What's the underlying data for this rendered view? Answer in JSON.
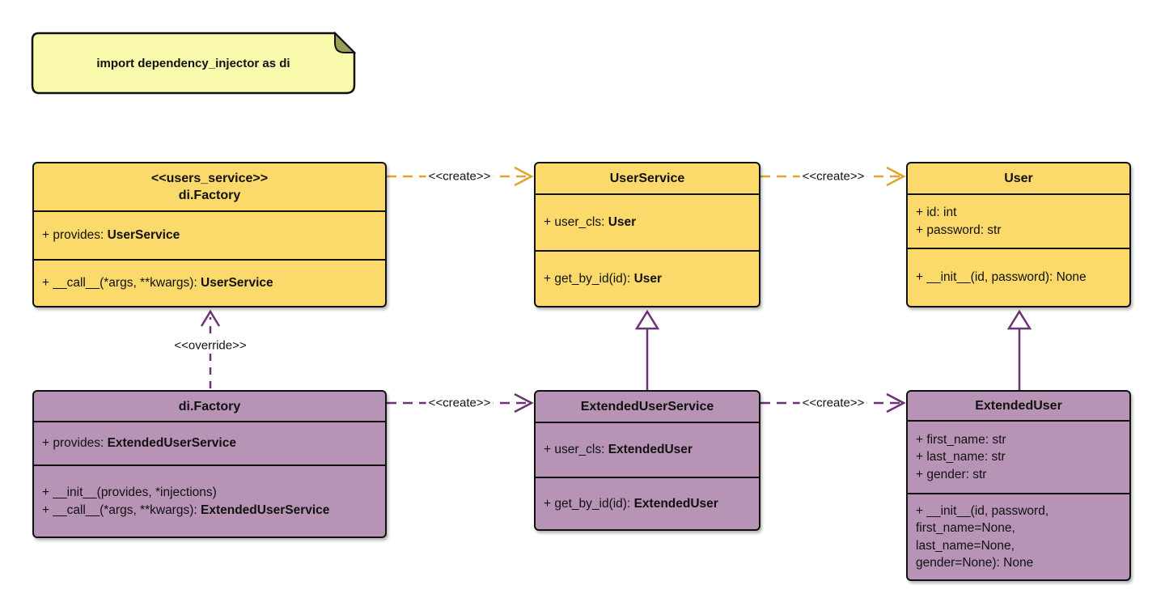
{
  "note": {
    "text": "import dependency_injector as di"
  },
  "colors": {
    "yellow_fill": "#FBD96B",
    "purple_fill": "#B793B5",
    "note_fill": "#FAFAAD",
    "note_fold": "#9B9B59",
    "gold_line": "#E0A431",
    "purple_line": "#6B3274",
    "border": "#111111",
    "background": "#FFFFFF"
  },
  "classes": [
    {
      "stereotype": "<<users_service>>",
      "name": "di.Factory",
      "attributes": [
        [
          {
            "text": "+ provides: "
          },
          {
            "text": "UserService",
            "bold": true
          }
        ]
      ],
      "methods": [
        [
          {
            "text": "+ __call__(*args, **kwargs): "
          },
          {
            "text": "UserService",
            "bold": true
          }
        ]
      ]
    },
    {
      "stereotype": "",
      "name": "UserService",
      "attributes": [
        [
          {
            "text": "+ user_cls: "
          },
          {
            "text": "User",
            "bold": true
          }
        ]
      ],
      "methods": [
        [
          {
            "text": "+ get_by_id(id): "
          },
          {
            "text": "User",
            "bold": true
          }
        ]
      ]
    },
    {
      "stereotype": "",
      "name": "User",
      "attributes": [
        [
          {
            "text": "+ id: int"
          }
        ],
        [
          {
            "text": "+ password: str"
          }
        ]
      ],
      "methods": [
        [
          {
            "text": "+ __init__(id, password): None"
          }
        ]
      ]
    },
    {
      "stereotype": "",
      "name": "di.Factory",
      "attributes": [
        [
          {
            "text": "+ provides: "
          },
          {
            "text": "ExtendedUserService",
            "bold": true
          }
        ]
      ],
      "methods": [
        [
          {
            "text": "+ __init__(provides, *injections)"
          }
        ],
        [
          {
            "text": "+ __call__(*args, **kwargs): "
          },
          {
            "text": "ExtendedUserService",
            "bold": true
          }
        ]
      ]
    },
    {
      "stereotype": "",
      "name": "ExtendedUserService",
      "attributes": [
        [
          {
            "text": "+ user_cls: "
          },
          {
            "text": "ExtendedUser",
            "bold": true
          }
        ]
      ],
      "methods": [
        [
          {
            "text": "+ get_by_id(id): "
          },
          {
            "text": "ExtendedUser",
            "bold": true
          }
        ]
      ]
    },
    {
      "stereotype": "",
      "name": "ExtendedUser",
      "attributes": [
        [
          {
            "text": "+ first_name: str"
          }
        ],
        [
          {
            "text": "+ last_name: str"
          }
        ],
        [
          {
            "text": "+ gender: str"
          }
        ]
      ],
      "methods": [
        [
          {
            "text": "+ __init__(id, password,"
          }
        ],
        [
          {
            "text": "first_name=None,"
          }
        ],
        [
          {
            "text": "last_name=None,"
          }
        ],
        [
          {
            "text": "gender=None): None"
          }
        ]
      ]
    }
  ],
  "relations": [
    {
      "label": "<<create>>",
      "from": "di.Factory <<users_service>>",
      "to": "UserService",
      "style": "dashed-gold-open-arrow"
    },
    {
      "label": "<<create>>",
      "from": "UserService",
      "to": "User",
      "style": "dashed-gold-open-arrow"
    },
    {
      "label": "<<override>>",
      "from": "di.Factory",
      "to": "di.Factory <<users_service>>",
      "style": "dashed-purple-open-arrow"
    },
    {
      "label": "<<create>>",
      "from": "di.Factory",
      "to": "ExtendedUserService",
      "style": "dashed-purple-open-arrow"
    },
    {
      "label": "<<create>>",
      "from": "ExtendedUserService",
      "to": "ExtendedUser",
      "style": "dashed-purple-open-arrow"
    },
    {
      "label": "",
      "from": "ExtendedUserService",
      "to": "UserService",
      "style": "solid-purple-generalization"
    },
    {
      "label": "",
      "from": "ExtendedUser",
      "to": "User",
      "style": "solid-purple-generalization"
    }
  ]
}
